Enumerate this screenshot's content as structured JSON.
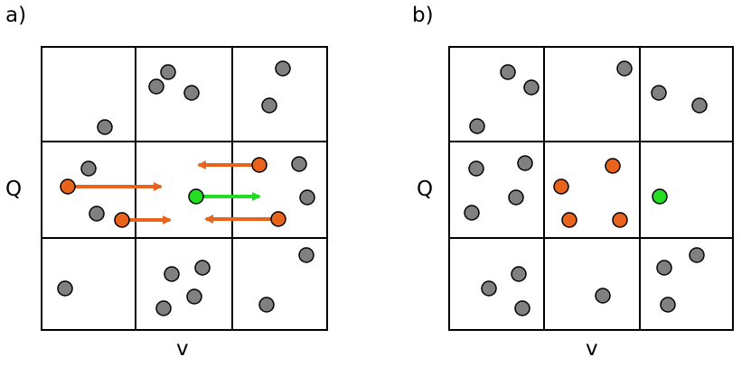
{
  "panel_a": {
    "label": "a)",
    "ylabel": "Q",
    "xlabel": "v"
  },
  "panel_b": {
    "label": "b)",
    "ylabel": "Q",
    "xlabel": "v"
  },
  "colors": {
    "gray_point": "#808080",
    "orange_point": "#e8641c",
    "green_point": "#22dd22",
    "orange_arrow": "#e8641c",
    "green_arrow": "#22dd22",
    "grid": "#000000"
  }
}
